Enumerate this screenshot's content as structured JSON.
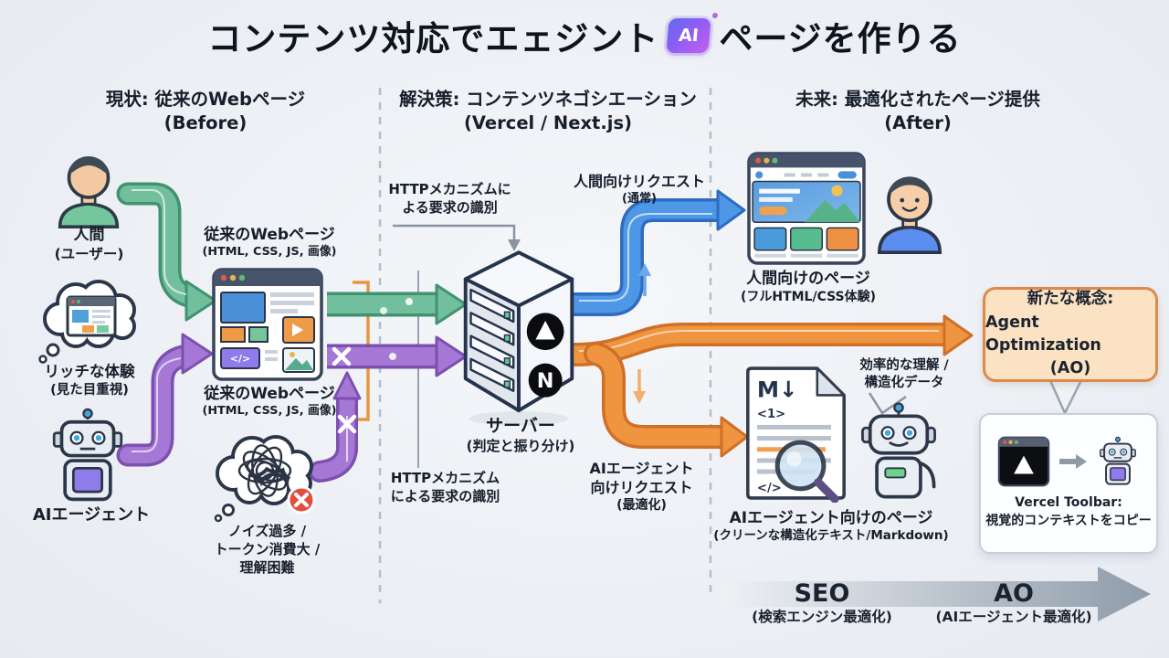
{
  "title": {
    "text_before": "コンテンツ対応でエェジント",
    "badge_text": "AI",
    "text_after": "ページを作りる"
  },
  "columns": [
    {
      "heading": "現状: 従来のWebページ",
      "subheading": "(Before)"
    },
    {
      "heading": "解決策: コンテンツネゴシエーション",
      "subheading": "(Vercel / Next.js)"
    },
    {
      "heading": "未来: 最適化されたページ提供",
      "subheading": "(After)"
    }
  ],
  "left": {
    "human_label": "人間",
    "human_sublabel": "(ユーザー)",
    "rich_label": "リッチな体験",
    "rich_sublabel": "(見た目重視)",
    "agent_label": "AIエージェント",
    "legacy_top_label": "従来のWebページ",
    "legacy_top_sublabel": "(HTML, CSS, JS, 画像)",
    "legacy_bottom_label": "従来のWebページ",
    "legacy_bottom_sublabel": "(HTML, CSS, JS, 画像)",
    "noise_line1": "ノイズ過多 /",
    "noise_line2": "トークン消費大 /",
    "noise_line3": "理解困難",
    "code_glyph": "</>"
  },
  "center": {
    "http_top_line1": "HTTPメカニズムに",
    "http_top_line2": "よる要求の識別",
    "server_label": "サーバー",
    "server_sublabel": "(判定と振り分け)",
    "next_logo": "N",
    "http_bottom_line1": "HTTPメカニズム",
    "http_bottom_line2": "による要求の識別",
    "human_request_label": "人間向けリクエスト",
    "human_request_sublabel": "(通常)",
    "agent_request_line1": "AIエージェント",
    "agent_request_line2": "向けリクエスト",
    "agent_request_sublabel": "(最適化)"
  },
  "right": {
    "human_page_label": "人間向けのページ",
    "human_page_sublabel": "(フルHTML/CSS体験)",
    "ao_line1": "新たな概念:",
    "ao_line2": "Agent Optimization",
    "ao_line3": "(AO)",
    "bubble_line1": "効率的な理解 /",
    "bubble_line2": "構造化データ",
    "doc_markdown": "M↓",
    "doc_tag_open": "<1>",
    "doc_tag_close": "</>",
    "agent_page_label": "AIエージェント向けのページ",
    "agent_page_sublabel": "(クリーンな構造化テキスト/Markdown)",
    "toolbar_line1": "Vercel Toolbar:",
    "toolbar_line2": "視覚的コンテキストをコピー"
  },
  "bottom_axis": {
    "seo_label": "SEO",
    "seo_sublabel": "(検索エンジン最適化)",
    "ao_label": "AO",
    "ao_sublabel": "(AIエージェント最適化)"
  },
  "colors": {
    "green_arrow": "#72bf9d",
    "purple_arrow": "#a678d6",
    "blue_arrow": "#4e97e6",
    "orange_arrow": "#f0953f",
    "ao_box_bg": "#fbe2c2",
    "ao_box_border": "#dc8a4c",
    "background": "#edf0f4"
  }
}
